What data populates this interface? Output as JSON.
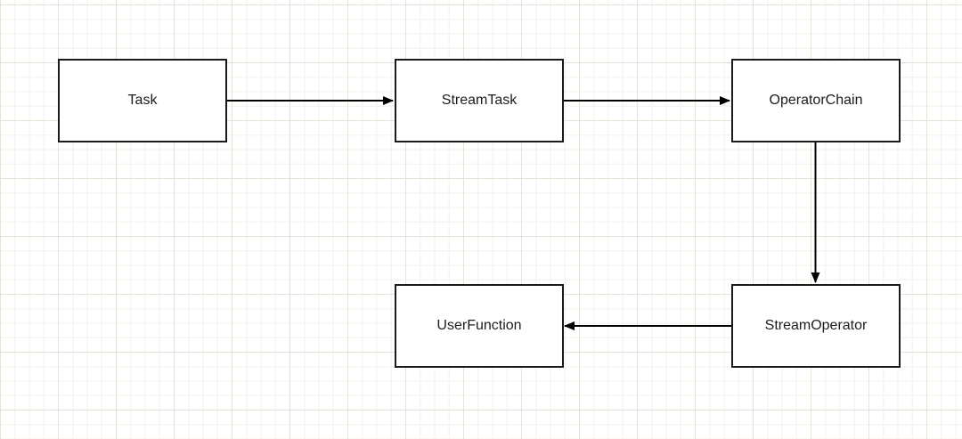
{
  "diagram": {
    "theme": {
      "background": "#ffffff",
      "grid_minor_color": "#f5efe9",
      "grid_major_color": "#dfe6d8",
      "node_fill": "#ffffff",
      "node_border_color": "#1a1a1a",
      "arrow_color": "#000000"
    },
    "nodes": [
      {
        "id": "task",
        "label": "Task"
      },
      {
        "id": "stream-task",
        "label": "StreamTask"
      },
      {
        "id": "operator-chain",
        "label": "OperatorChain"
      },
      {
        "id": "user-function",
        "label": "UserFunction"
      },
      {
        "id": "stream-operator",
        "label": "StreamOperator"
      }
    ],
    "edges": [
      {
        "from": "Task",
        "to": "StreamTask",
        "direction": "right"
      },
      {
        "from": "StreamTask",
        "to": "OperatorChain",
        "direction": "right"
      },
      {
        "from": "OperatorChain",
        "to": "StreamOperator",
        "direction": "down"
      },
      {
        "from": "StreamOperator",
        "to": "UserFunction",
        "direction": "left"
      }
    ]
  }
}
